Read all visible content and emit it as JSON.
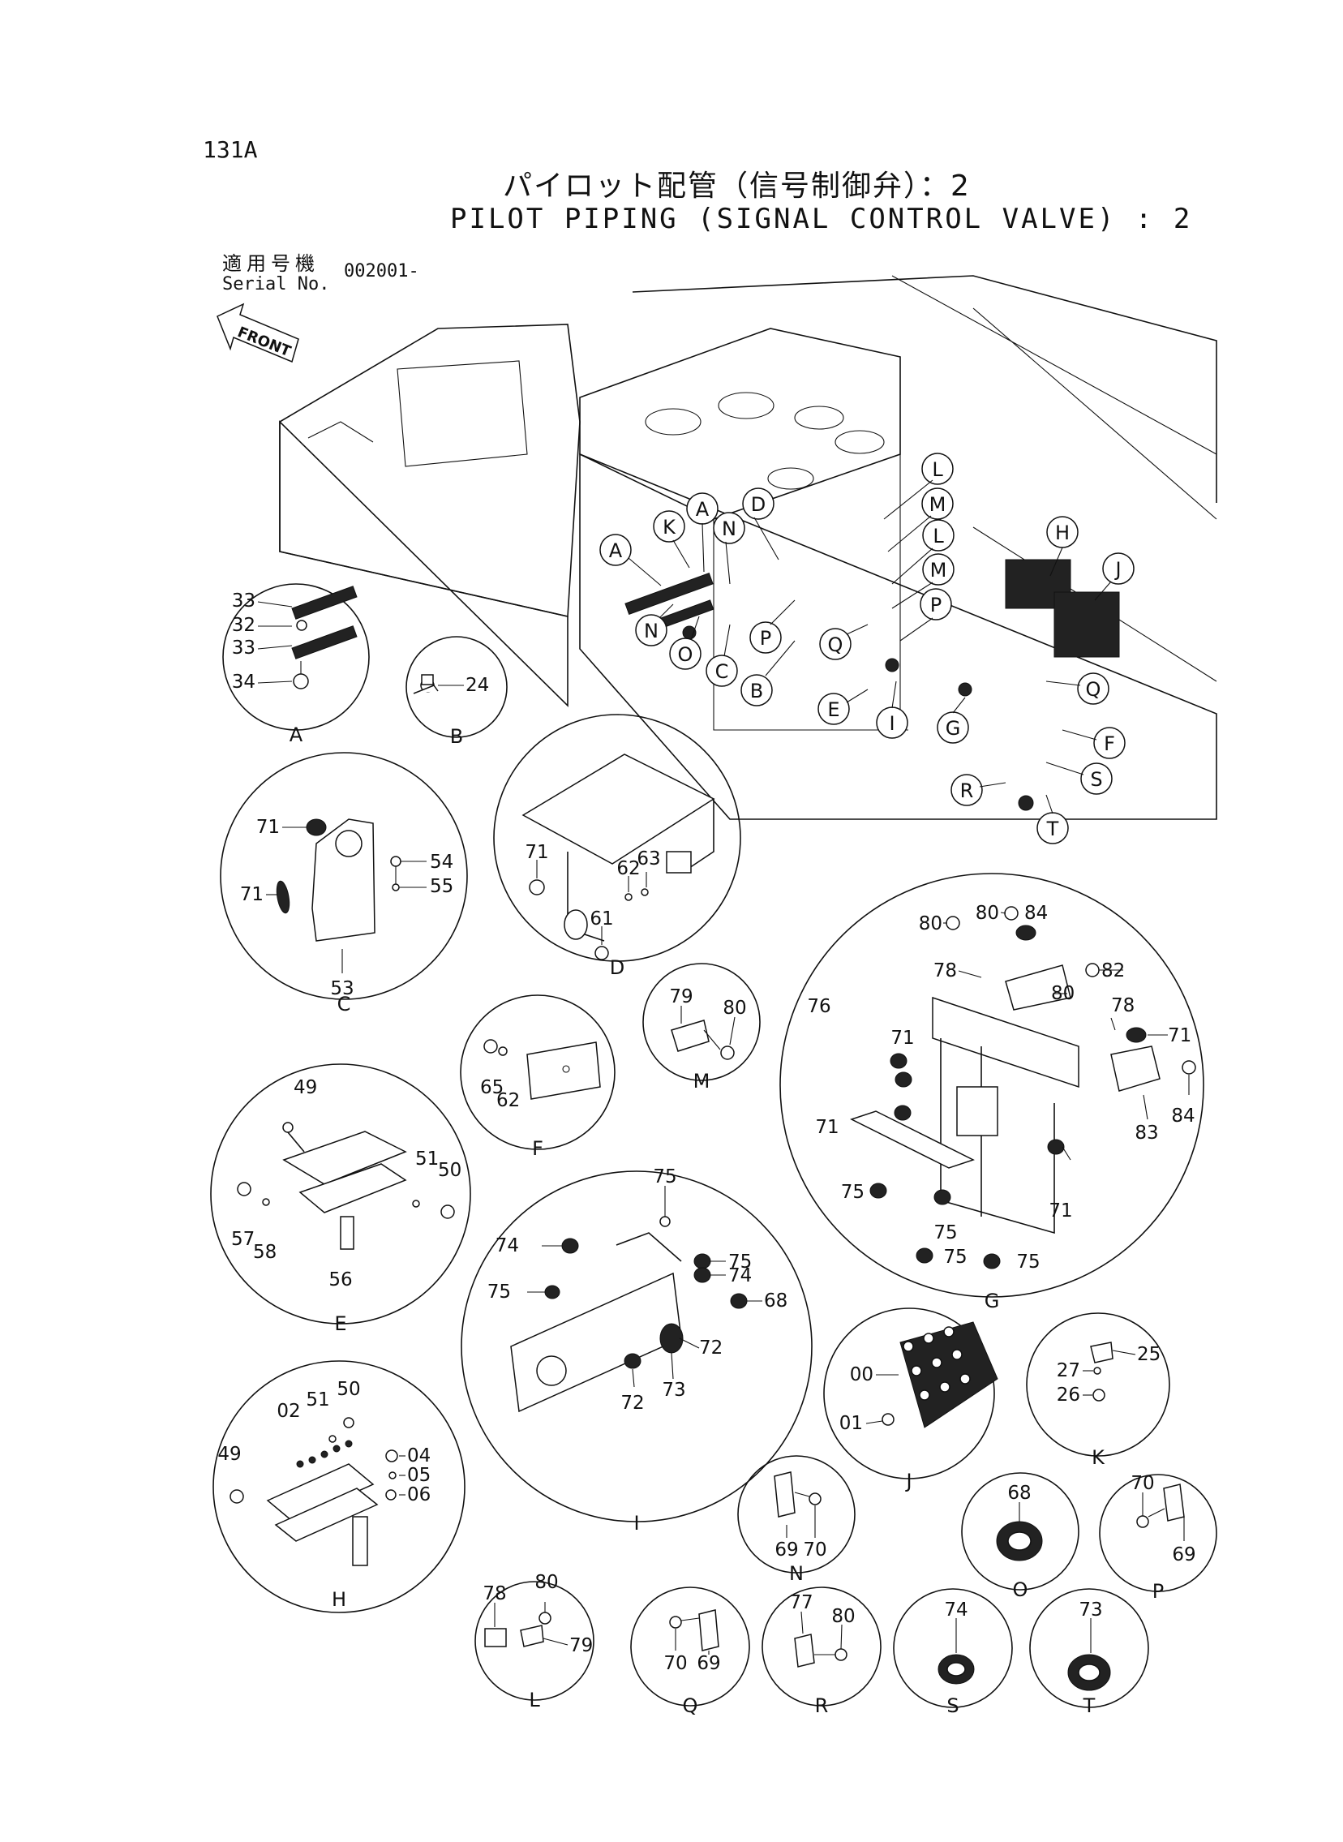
{
  "header": {
    "page_number": "131A",
    "title_jp": "パイロット配管（信号制御弁）：2",
    "title_en": "PILOT PIPING (SIGNAL CONTROL VALVE) : 2",
    "serial_label_jp": "適用号機",
    "serial_label": "Serial No.",
    "serial_value": "002001-"
  },
  "main_view": {
    "front_label": "FRONT",
    "callouts": [
      "L",
      "M",
      "D",
      "K",
      "A",
      "N",
      "L",
      "M",
      "H",
      "J",
      "A",
      "P",
      "N",
      "P",
      "Q",
      "O",
      "C",
      "B",
      "Q",
      "E",
      "G",
      "I",
      "F",
      "S",
      "R",
      "T"
    ]
  },
  "details": {
    "A": {
      "letter": "A",
      "parts": [
        "33",
        "32",
        "33",
        "34"
      ]
    },
    "B": {
      "letter": "B",
      "parts": [
        "24"
      ]
    },
    "C": {
      "letter": "C",
      "parts": [
        "71",
        "71",
        "54",
        "55",
        "53"
      ]
    },
    "D": {
      "letter": "D",
      "parts": [
        "71",
        "61",
        "62",
        "63"
      ]
    },
    "E": {
      "letter": "E",
      "parts": [
        "49",
        "51",
        "50",
        "57",
        "58",
        "56"
      ]
    },
    "F": {
      "letter": "F",
      "parts": [
        "65",
        "62"
      ]
    },
    "G": {
      "letter": "G",
      "parts": [
        "80",
        "84",
        "80",
        "78",
        "82",
        "80",
        "76",
        "78",
        "71",
        "71",
        "71",
        "83",
        "84",
        "75",
        "75",
        "71",
        "75",
        "75"
      ]
    },
    "H": {
      "letter": "H",
      "parts": [
        "02",
        "51",
        "50",
        "49",
        "04",
        "05",
        "06"
      ]
    },
    "I": {
      "letter": "I",
      "parts": [
        "75",
        "74",
        "75",
        "74",
        "75",
        "68",
        "72",
        "72",
        "73"
      ]
    },
    "J": {
      "letter": "J",
      "parts": [
        "00",
        "01"
      ]
    },
    "K": {
      "letter": "K",
      "parts": [
        "25",
        "27",
        "26"
      ]
    },
    "L": {
      "letter": "L",
      "parts": [
        "78",
        "80",
        "79"
      ]
    },
    "M": {
      "letter": "M",
      "parts": [
        "79",
        "80"
      ]
    },
    "N": {
      "letter": "N",
      "parts": [
        "69",
        "70"
      ]
    },
    "O": {
      "letter": "O",
      "parts": [
        "68"
      ]
    },
    "P": {
      "letter": "P",
      "parts": [
        "70",
        "69"
      ]
    },
    "Q": {
      "letter": "Q",
      "parts": [
        "70",
        "69"
      ]
    },
    "R": {
      "letter": "R",
      "parts": [
        "77",
        "80"
      ]
    },
    "S": {
      "letter": "S",
      "parts": [
        "74"
      ]
    },
    "T": {
      "letter": "T",
      "parts": [
        "73"
      ]
    }
  }
}
